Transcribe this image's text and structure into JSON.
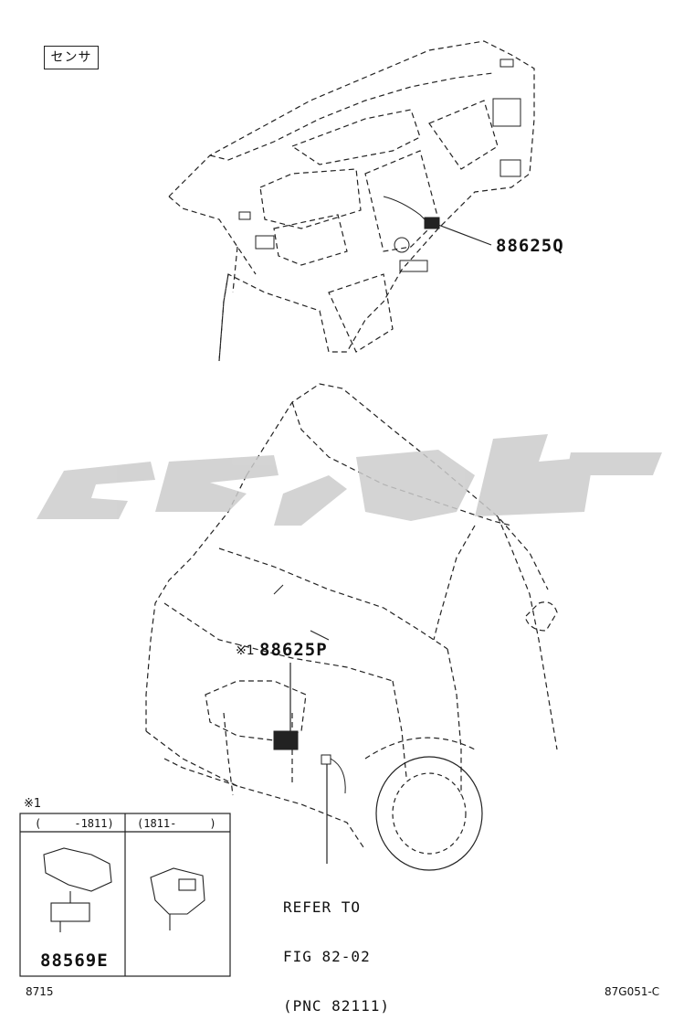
{
  "section_label": "センサ",
  "callouts": {
    "dash_part": "88625Q",
    "note_marker": "※1",
    "front_part": "88625P",
    "inset_marker": "※1",
    "inset_part": "88569E"
  },
  "refer": {
    "line1": "REFER TO",
    "line2": "FIG 82-02",
    "line3": "(PNC 82111)"
  },
  "inset_table": {
    "col1_header": "(     -1811)",
    "col2_header": "(1811-     )"
  },
  "footer": {
    "left_code": "8715",
    "right_code": "87G051-C"
  },
  "colors": {
    "line": "#222222",
    "watermark": "#cccccc"
  }
}
